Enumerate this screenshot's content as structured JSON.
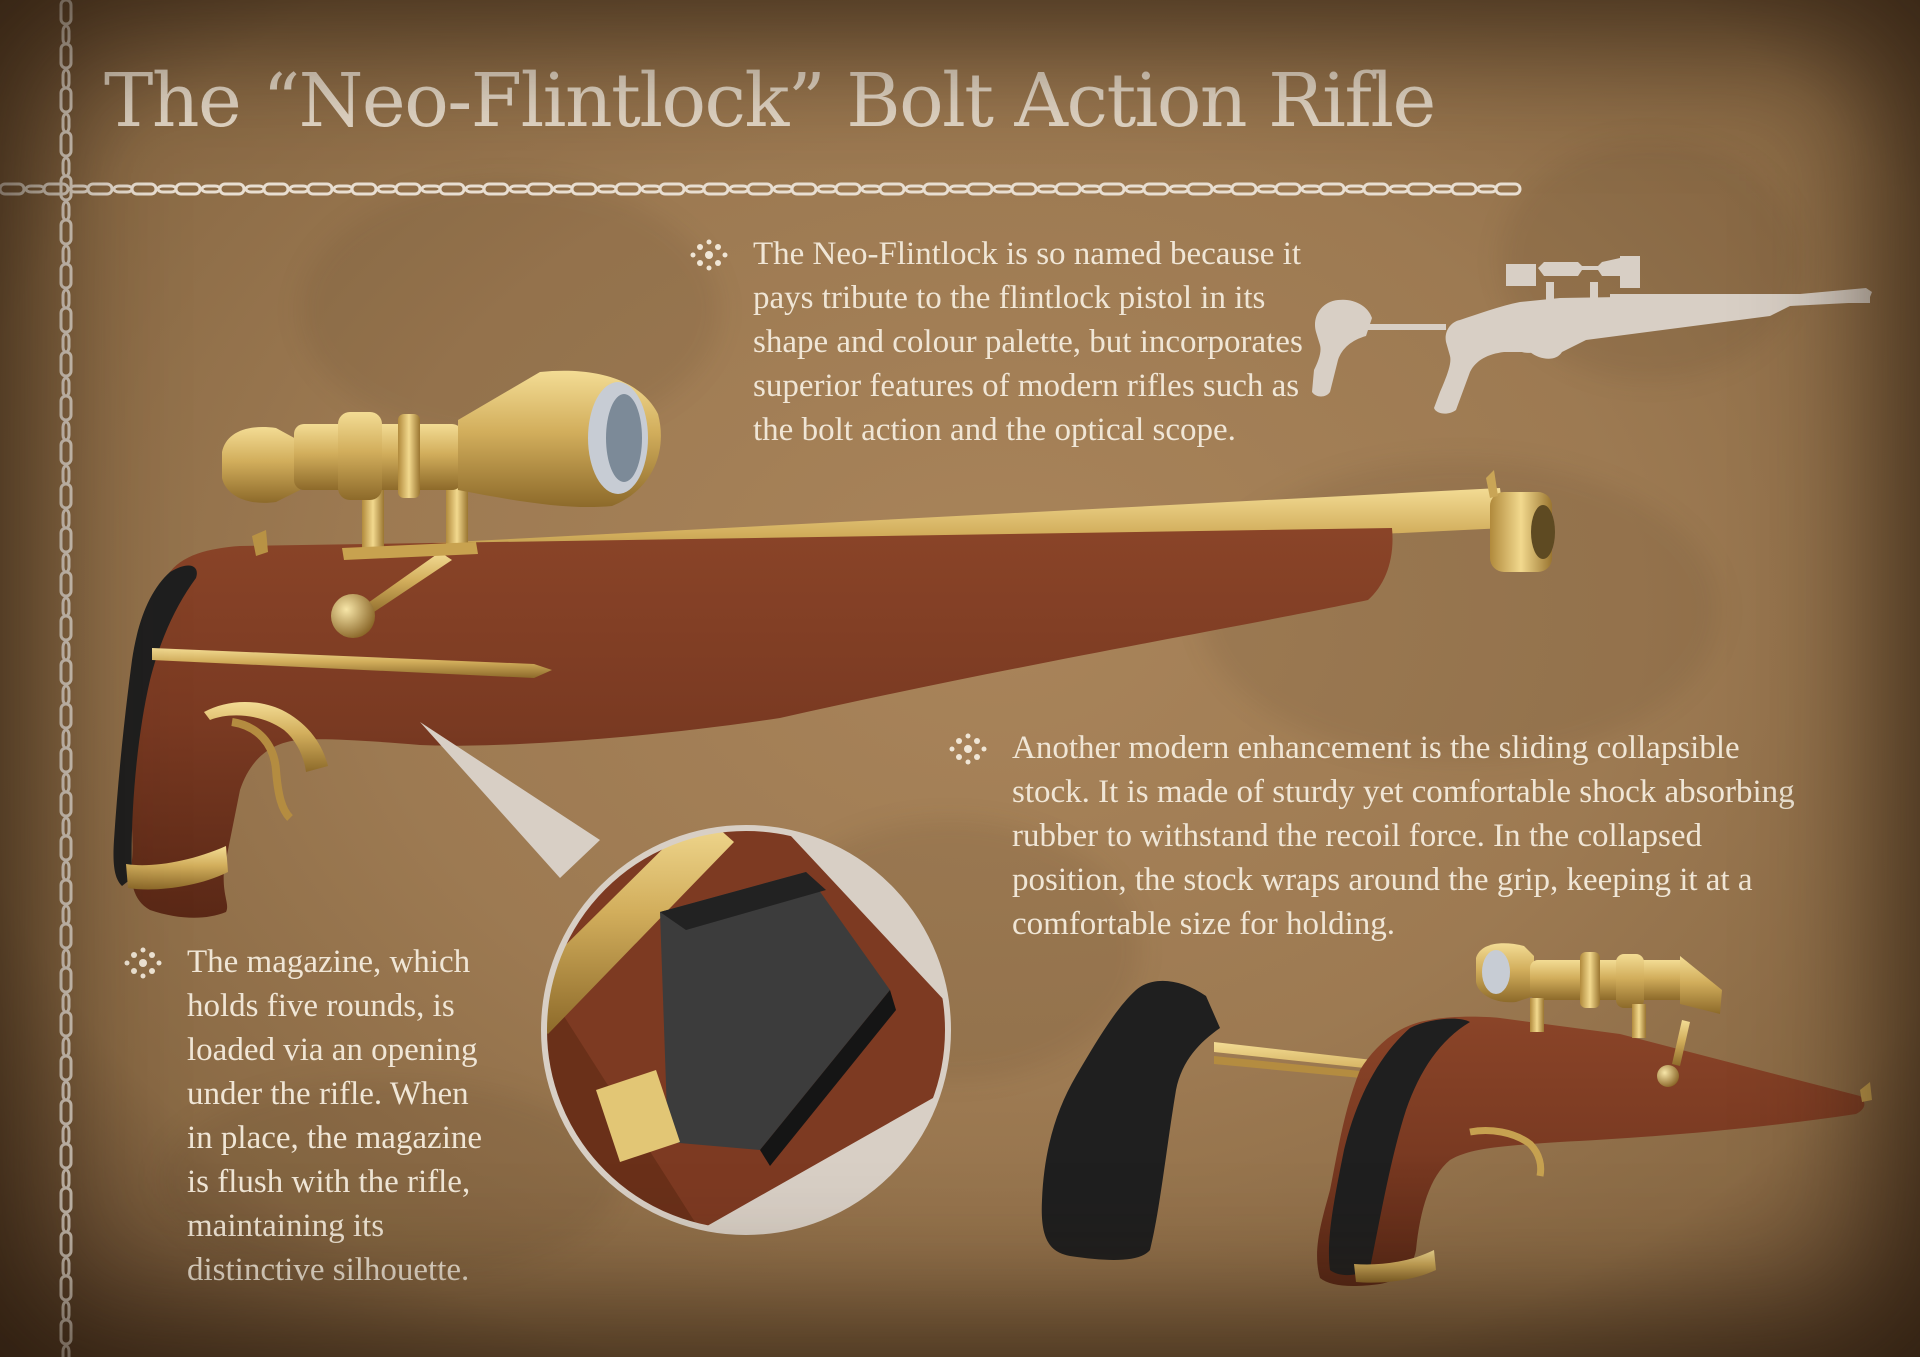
{
  "title": "The “Neo-Flintlock” Bolt Action Rifle",
  "notes": {
    "intro": "The Neo-Flintlock is so named because it pays tribute to the flintlock pistol in its shape and colour palette, but incorporates superior features of modern rifles such as the bolt action and the optical scope.",
    "stock": "Another modern enhancement is the sliding collapsible stock. It is made of sturdy yet comfortable shock absorbing rubber to withstand the recoil force. In the collapsed position, the stock wraps around the grip, keeping it at a comfortable size for holding.",
    "magazine": "The magazine, which holds five rounds, is loaded via an opening under the rifle. When in place, the magazine is flush with the rifle, maintaining its distinctive silhouette."
  },
  "icons": {
    "bullet": "ornament-icon",
    "chain_border": "chain-icon"
  },
  "colors": {
    "background": "#9d7a52",
    "text": "#f0e6d6",
    "wood": "#7b3a22",
    "brass": "#c8a34f",
    "rubber": "#1e1e1e",
    "silhouette": "#d8cfc5"
  }
}
